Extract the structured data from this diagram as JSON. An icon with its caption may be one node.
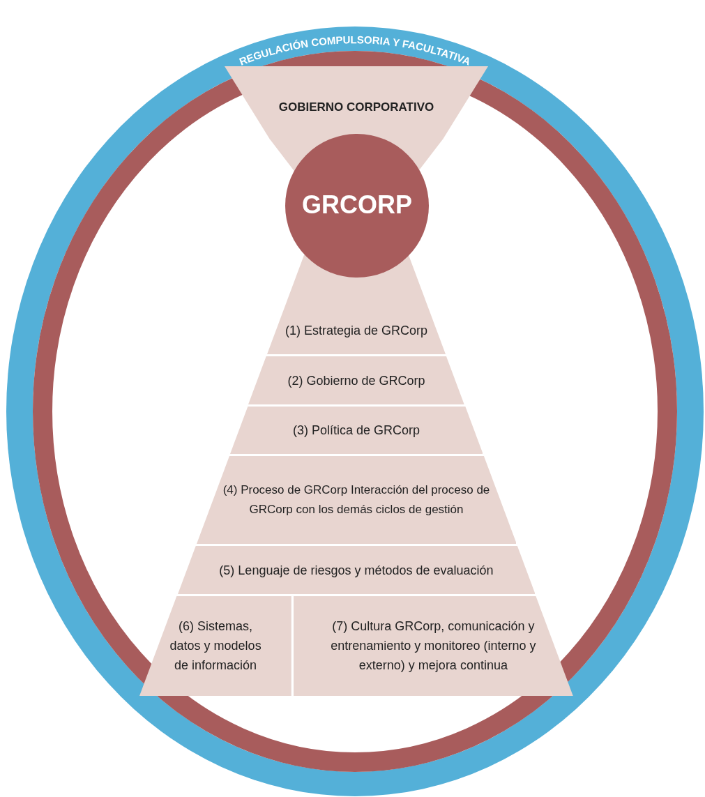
{
  "diagram": {
    "nodes": [
      {
        "text": [
          "REGULACIÓN COMPULSORIA Y FACULTATIVA"
        ]
      },
      {
        "text": [
          "GOBIERNO CORPORATIVO"
        ],
        "in": 0
      },
      {
        "text": [
          "GRCORP"
        ],
        "in": 0
      },
      {
        "text": [
          "(1) Estrategia de GRCorp"
        ],
        "in": 0
      },
      {
        "text": [
          "(2) Gobierno de GRCorp"
        ],
        "in": 0
      },
      {
        "text": [
          "(3) Política de GRCorp"
        ],
        "in": 0
      },
      {
        "text": [
          "(4) Proceso de GRCorp Interacción del proceso de GRCorp con los demás ciclos de gestión"
        ],
        "in": 0
      },
      {
        "text": [
          "(5) Lenguaje de riesgos y métodos de evaluación"
        ],
        "in": 0
      },
      {
        "text": [
          "(6) Sistemas, datos y modelos de información"
        ],
        "in": 0
      },
      {
        "text": [
          "(7) Cultura GRCorp, comunicación y entrenamiento y monitoreo (interno y externo) y mejora continua"
        ],
        "in": 0
      }
    ],
    "edges": []
  }
}
